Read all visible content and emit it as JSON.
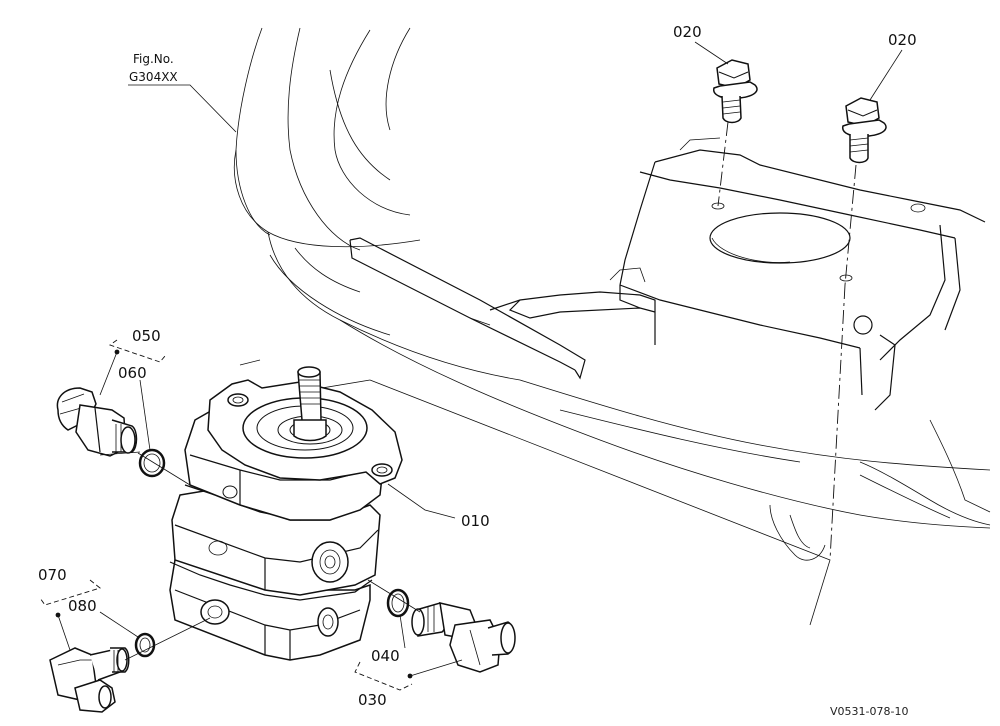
{
  "figure": {
    "fig_no_label": "Fig.No.",
    "fig_no_value": "G304XX",
    "code": "V0531-078-10"
  },
  "callouts": {
    "c010": "010",
    "c020a": "020",
    "c020b": "020",
    "c030": "030",
    "c040": "040",
    "c050": "050",
    "c060": "060",
    "c070": "070",
    "c080": "080"
  }
}
